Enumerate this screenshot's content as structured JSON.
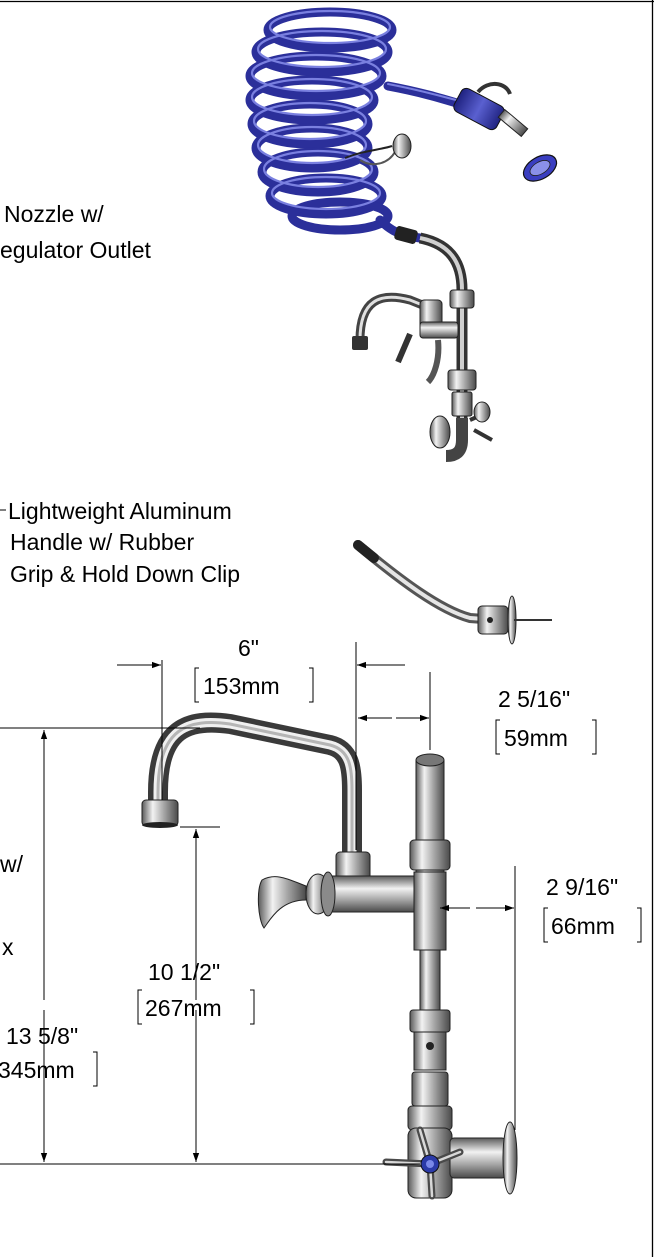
{
  "callouts": {
    "nozzle_line1": "Nozzle w/",
    "nozzle_line2": "egulator Outlet",
    "handle_line1": "Lightweight Aluminum",
    "handle_line2": "Handle w/ Rubber",
    "handle_line3": "Grip & Hold Down Clip",
    "left_partial1": "w/",
    "left_partial2": "x"
  },
  "dimensions": {
    "spout_reach_in": "6\"",
    "spout_reach_mm": "153mm",
    "offset_in": "2 5/16\"",
    "offset_mm": "59mm",
    "depth_in": "2 9/16\"",
    "depth_mm": "66mm",
    "spout_height_in": "10 1/2\"",
    "spout_height_mm": "267mm",
    "overall_height_in": "13 5/8\"",
    "overall_height_mm": "345mm"
  },
  "colors": {
    "hose_blue": "#2b2f9a",
    "hose_highlight": "#6a70d8",
    "chrome_dark": "#4a4a4a",
    "chrome_mid": "#9a9a9a",
    "chrome_light": "#e6e6e6"
  }
}
